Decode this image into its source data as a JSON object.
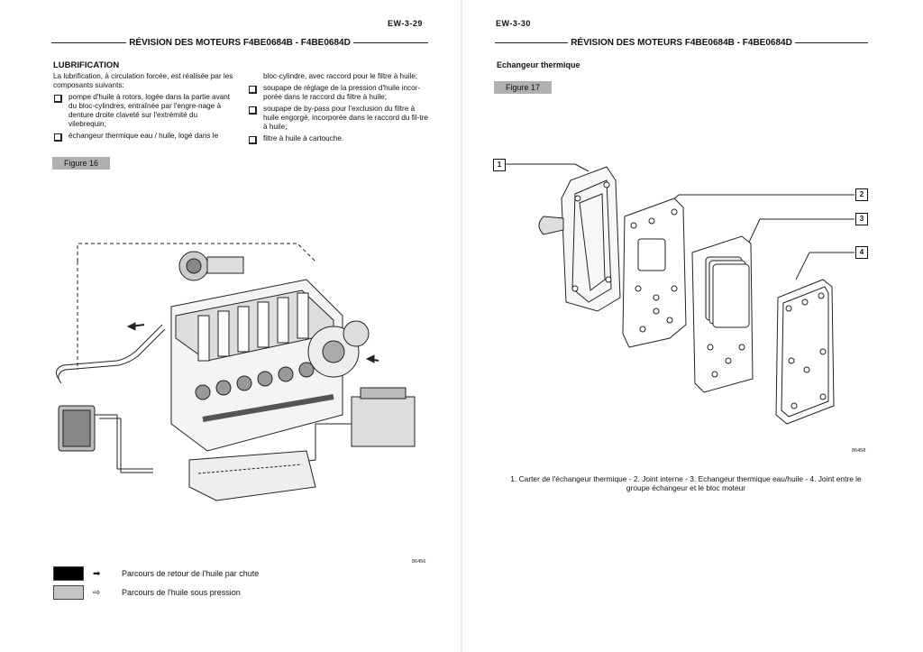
{
  "left_page": {
    "page_number": "EW-3-29",
    "header_title": "RÉVISION DES MOTEURS F4BE0684B - F4BE0684D",
    "section_title": "LUBRIFICATION",
    "intro": "La lubrification, à circulation forcée, est réalisée par les composants suivants:",
    "col1_items": [
      "pompe d'huile à rotors, logée dans la partie avant du bloc-cylindres, entraînée par l'engre-nage à denture droite claveté sur l'extrémité du vilebrequin;",
      "échangeur thermique eau / huile, logé dans le"
    ],
    "col2_continuation": "bloc-cylindre, avec raccord pour le filtre à huile;",
    "col2_items": [
      "soupape de réglage de la pression d'huile incor-porée dans le raccord du filtre à huile;",
      "soupape de by-pass pour l'exclusion du filtre à huile engorgé, incorporée dans le raccord du fil-tre à huile;",
      "filtre à huile à cartouche."
    ],
    "figure_label": "Figure 16",
    "ref_code": "86456",
    "legend": [
      {
        "label": "Parcours de retour de l'huile par chute",
        "color": "#000000",
        "arrow": "➡"
      },
      {
        "label": "Parcours de l'huile sous pression",
        "color": "#c4c4c4",
        "arrow": "⇨"
      }
    ]
  },
  "right_page": {
    "page_number": "EW-3-30",
    "header_title": "RÉVISION DES MOTEURS F4BE0684B - F4BE0684D",
    "section_title": "Echangeur thermique",
    "figure_label": "Figure 17",
    "callouts": [
      "1",
      "2",
      "3",
      "4"
    ],
    "ref_code": "86458",
    "caption": "1. Carter de l'échangeur thermique - 2. Joint interne - 3. Echangeur thermique eau/huile - 4. Joint entre le groupe échangeur et le bloc moteur"
  }
}
